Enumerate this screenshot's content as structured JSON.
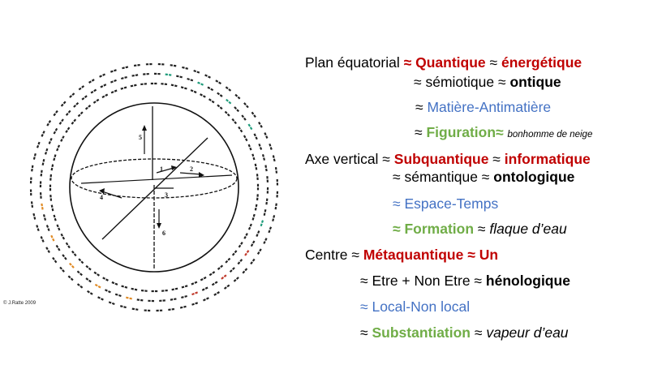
{
  "diagram": {
    "ring_colors": {
      "default": "#222222",
      "blue": "#2e74c5",
      "teal": "#1d9b7a",
      "orange": "#e08a24",
      "red": "#c0392b"
    },
    "axis_labels": [
      "1",
      "2",
      "3",
      "4",
      "5",
      "6"
    ],
    "copyright": "© J.Ratte 2009"
  },
  "lines": [
    {
      "segments": [
        {
          "t": "Plan équatorial ",
          "c": "plain"
        },
        {
          "t": "≈ ",
          "c": "red"
        },
        {
          "t": "Quantique",
          "c": "red"
        },
        {
          "t": " ≈ ",
          "c": "plain"
        },
        {
          "t": "énergétique",
          "c": "red"
        }
      ]
    },
    {
      "segments": [
        {
          "t": "≈ sémiotique ≈ ",
          "c": "plain"
        },
        {
          "t": "ontique",
          "c": "dark"
        }
      ]
    },
    {
      "segments": [
        {
          "t": "≈  ",
          "c": "plain"
        },
        {
          "t": "Matière-Antimatière",
          "c": "blue"
        }
      ]
    },
    {
      "segments": [
        {
          "t": "≈ ",
          "c": "plain"
        },
        {
          "t": "Figuration≈",
          "c": "green"
        },
        {
          "t": " ",
          "c": "plain"
        },
        {
          "t": "bonhomme de  neige",
          "c": "small"
        }
      ]
    },
    {
      "segments": [
        {
          "t": "Axe vertical ≈ ",
          "c": "plain"
        },
        {
          "t": "Subquantique",
          "c": "red"
        },
        {
          "t": " ≈ ",
          "c": "plain"
        },
        {
          "t": "informatique",
          "c": "red"
        }
      ]
    },
    {
      "segments": [
        {
          "t": "≈ sémantique ≈ ",
          "c": "plain"
        },
        {
          "t": "ontologique",
          "c": "dark"
        }
      ]
    },
    {
      "segments": [
        {
          "t": "≈ Espace-Temps",
          "c": "blue"
        }
      ]
    },
    {
      "segments": [
        {
          "t": "≈ ",
          "c": "green"
        },
        {
          "t": "Formation",
          "c": "green"
        },
        {
          "t": " ≈ ",
          "c": "plain"
        },
        {
          "t": "flaque d’eau",
          "c": "it"
        }
      ]
    },
    {
      "segments": [
        {
          "t": "Centre ≈ ",
          "c": "plain"
        },
        {
          "t": "Métaquantique",
          "c": "red"
        },
        {
          "t": "  ≈ ",
          "c": "red"
        },
        {
          "t": "Un",
          "c": "red"
        }
      ]
    },
    {
      "segments": [
        {
          "t": "≈ Etre + Non  Etre ≈ ",
          "c": "plain"
        },
        {
          "t": "hénologique",
          "c": "dark"
        }
      ]
    },
    {
      "segments": [
        {
          "t": "≈ Local-Non local",
          "c": "blue"
        }
      ]
    },
    {
      "segments": [
        {
          "t": "≈ ",
          "c": "plain"
        },
        {
          "t": "Substantiation",
          "c": "green"
        },
        {
          "t": "  ≈  ",
          "c": "plain"
        },
        {
          "t": "vapeur d’eau",
          "c": "it"
        }
      ]
    }
  ]
}
